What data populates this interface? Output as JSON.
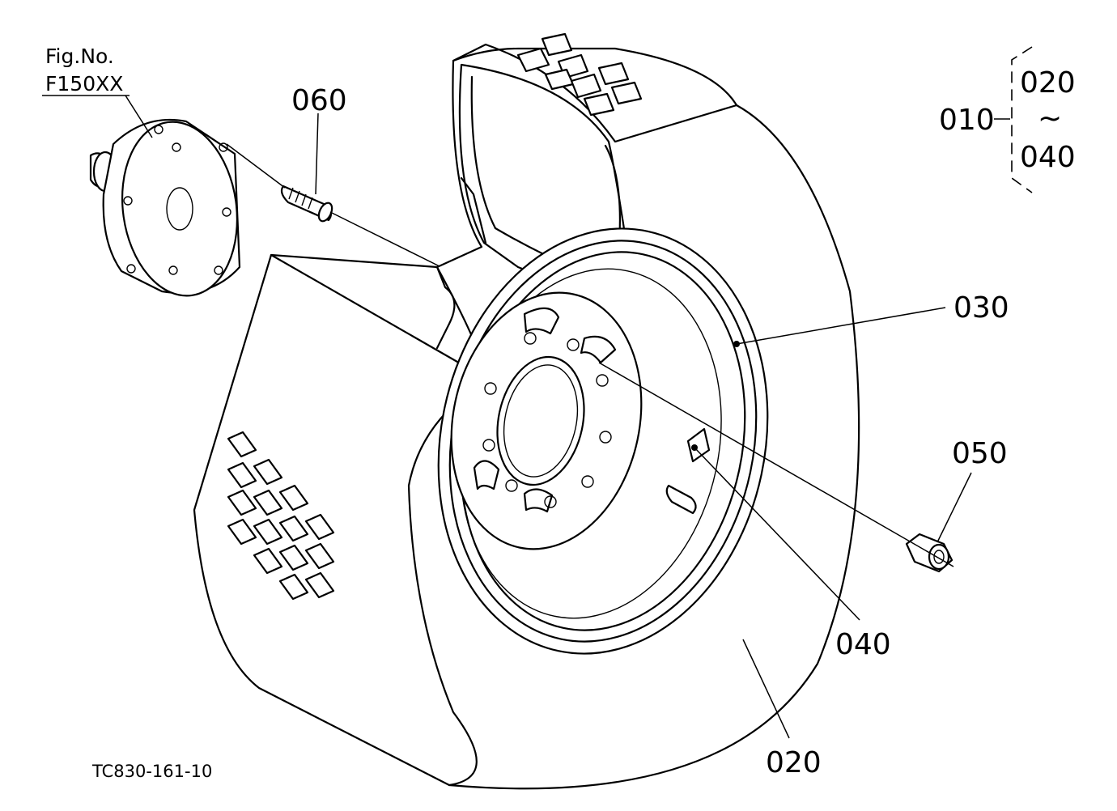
{
  "figure": {
    "fig_label": "Fig.No.",
    "fig_number": "F150XX",
    "drawing_code": "TC830-161-10"
  },
  "callouts": {
    "c010": "010",
    "c020": "020",
    "c020_range": "020",
    "c030": "030",
    "c040": "040",
    "c040_range": "040",
    "c050": "050",
    "c060": "060",
    "range_tilde": "~"
  }
}
